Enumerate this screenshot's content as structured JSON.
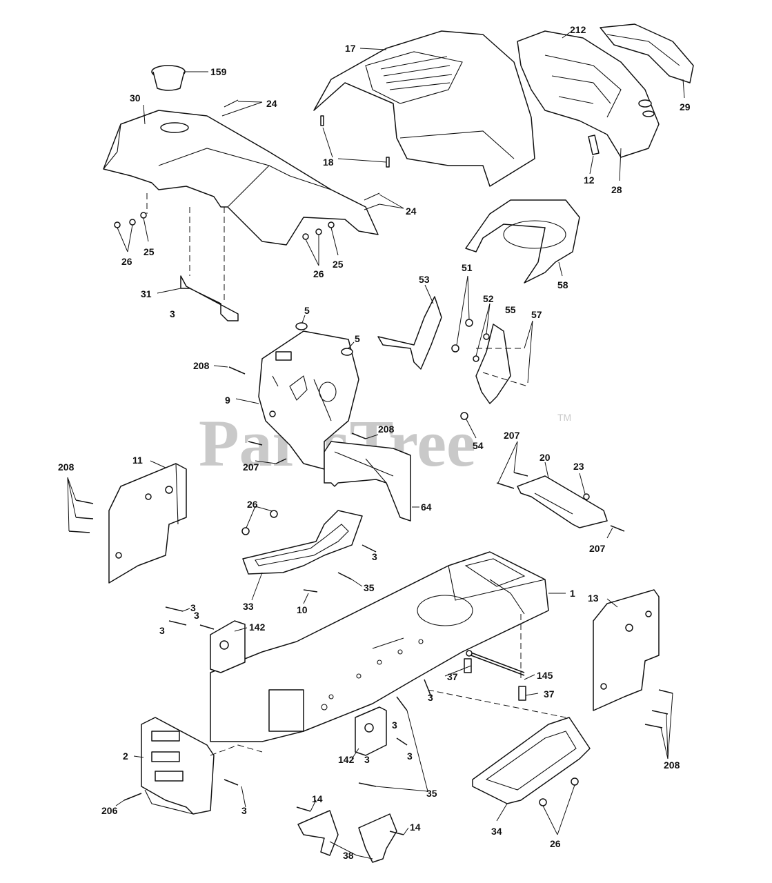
{
  "watermark": {
    "text": "PartsTree",
    "tm": "TM"
  },
  "callouts": {
    "c159": "159",
    "c30": "30",
    "c24a": "24",
    "c24b": "24",
    "c25a": "25",
    "c25b": "25",
    "c26a": "26",
    "c26b": "26",
    "c26c": "26",
    "c26d": "26",
    "c17": "17",
    "c18": "18",
    "c212": "212",
    "c29": "29",
    "c12": "12",
    "c28": "28",
    "c58": "58",
    "c31": "31",
    "c3a": "3",
    "c3b": "3",
    "c3c": "3",
    "c3d": "3",
    "c3e": "3",
    "c3f": "3",
    "c3g": "3",
    "c3h": "3",
    "c3i": "3",
    "c3j": "3",
    "c5a": "5",
    "c5b": "5",
    "c53": "53",
    "c51": "51",
    "c52": "52",
    "c55": "55",
    "c57": "57",
    "c208a": "208",
    "c208b": "208",
    "c208c": "208",
    "c208d": "208",
    "c9": "9",
    "c54": "54",
    "c207a": "207",
    "c207b": "207",
    "c207c": "207",
    "c11": "11",
    "c64": "64",
    "c20": "20",
    "c23": "23",
    "c35a": "35",
    "c35b": "35",
    "c33": "33",
    "c10": "10",
    "c1": "1",
    "c13": "13",
    "c142a": "142",
    "c142b": "142",
    "c37a": "37",
    "c37b": "37",
    "c145": "145",
    "c2": "2",
    "c206": "206",
    "c14a": "14",
    "c14b": "14",
    "c38": "38",
    "c34": "34"
  }
}
